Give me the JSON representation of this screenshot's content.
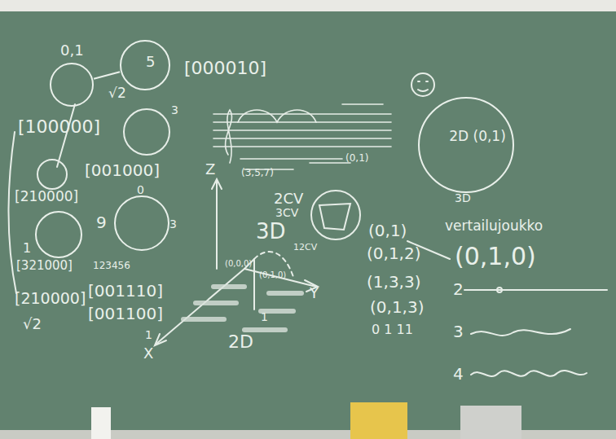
{
  "diagram": {
    "nodes": [
      {
        "text": [
          "0,1"
        ]
      },
      {
        "text": [
          "5"
        ]
      },
      {
        "text": [
          "2D (0,1)",
          "3D"
        ]
      },
      {
        "text": [
          "0",
          "9",
          "3"
        ]
      },
      {
        "text": [
          "1"
        ]
      }
    ],
    "edges": [
      {
        "from": 0,
        "to": 1,
        "label": "√2",
        "arrow": "none"
      }
    ],
    "labels": [
      "[000010]",
      "[100000]",
      "3",
      "[001000]",
      "[210000]",
      "[321000]",
      "123456",
      "[210000]",
      "√2",
      "[001110]",
      "[001100]",
      "(3,5,7)",
      "(0,1)",
      "Z",
      "Y",
      "X",
      "(0,0,0)",
      "(0,1,0)",
      "1",
      "1",
      "2D",
      "2CV",
      "3CV",
      "3D",
      "12CV",
      "(0,1)",
      "(0,1,2)",
      "(1,3,3)",
      "(0,1,3)",
      "0 1 11",
      "vertailujoukko",
      "(0,1,0)",
      "2",
      "3",
      "4"
    ]
  }
}
